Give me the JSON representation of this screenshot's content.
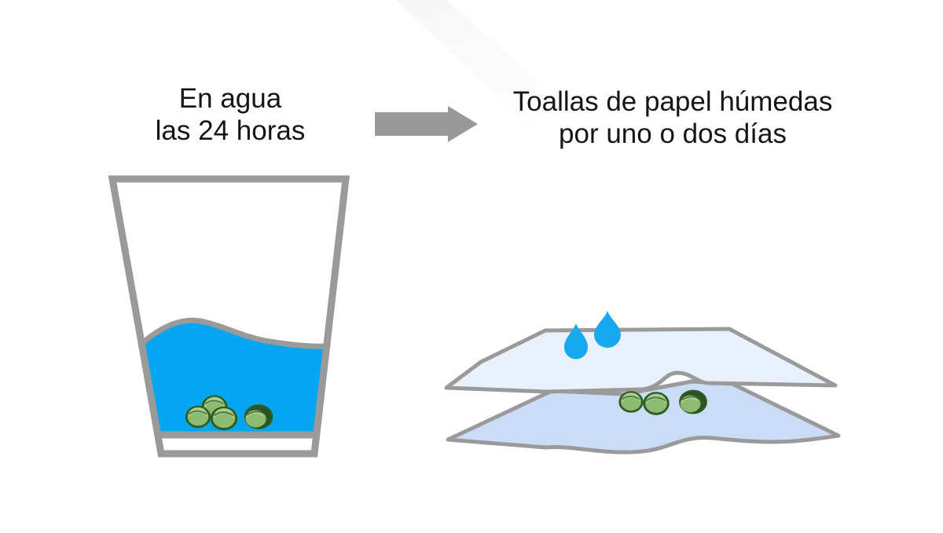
{
  "background_color": "#ffffff",
  "text_color": "#151515",
  "left": {
    "caption_line1": "En agua",
    "caption_line2": "las 24 horas",
    "glass": {
      "outline_color": "#9a9a9a",
      "water_color": "#04a6f2"
    }
  },
  "arrow": {
    "color": "#999999",
    "direction": "right"
  },
  "right": {
    "caption_line1": "Toallas de papel húmedas",
    "caption_line2": "por uno o dos días",
    "towels": {
      "top_color": "#e9f1fc",
      "bottom_color": "#cadcf6",
      "outline_color": "#9a9a9a",
      "drop_color": "#17a8ef"
    }
  },
  "seeds": {
    "fill": "#8cba70",
    "highlight": "#a9cd8f",
    "outline": "#2e5b21",
    "dark_fill": "#2c5420",
    "count_in_glass": 4,
    "count_in_towels": 3
  }
}
